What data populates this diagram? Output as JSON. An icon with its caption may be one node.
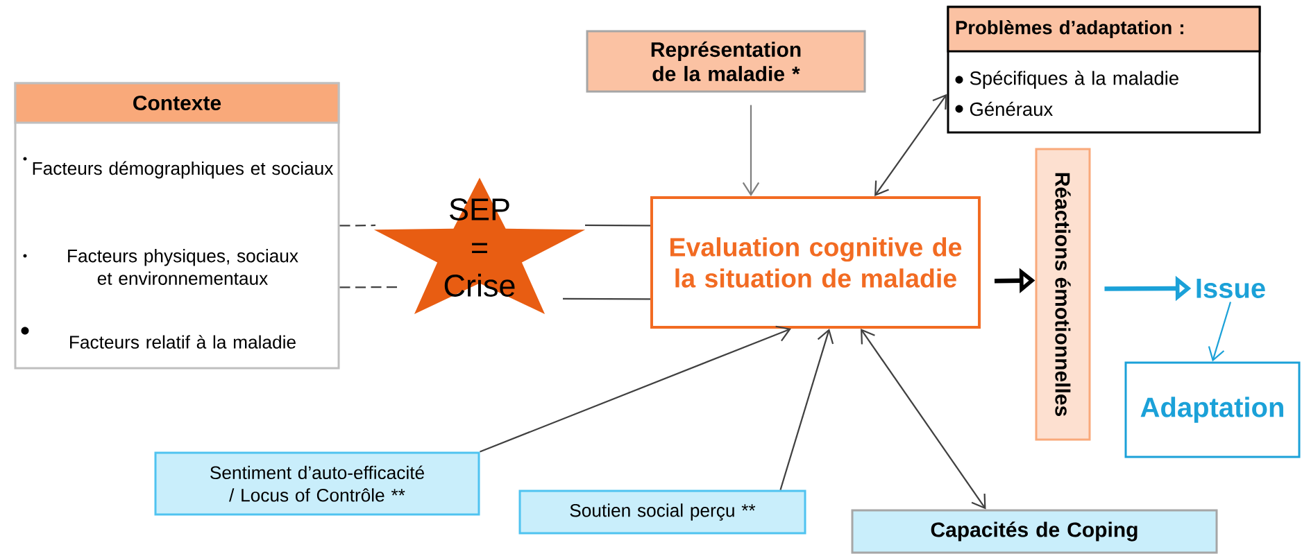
{
  "diagram": {
    "nodes": [
      {
        "text": [
          "Problèmes d’adaptation :",
          "Spécifiques à la maladie",
          "Généraux"
        ]
      },
      {
        "text": [
          "Représentation de la maladie *"
        ]
      },
      {
        "text": [
          "Contexte",
          "Facteurs démographiques et sociaux",
          "Facteurs physiques, sociaux et environnementaux",
          "Facteurs relatif à la maladie"
        ]
      },
      {
        "text": [
          "SEP = Crise"
        ]
      },
      {
        "text": [
          "Evaluation cognitive de la situation de maladie"
        ]
      },
      {
        "text": [
          "Réactions émotionnelles"
        ]
      },
      {
        "text": [
          "Issue"
        ]
      },
      {
        "text": [
          "Adaptation"
        ]
      },
      {
        "text": [
          "Sentiment d’auto-efficacité / Locus of Contrôle **"
        ]
      },
      {
        "text": [
          "Soutien social perçu **"
        ]
      },
      {
        "text": [
          "Capacités de Coping"
        ]
      }
    ],
    "edges": [
      {
        "from": 2,
        "to": 3,
        "arrow": "none",
        "style": "dashed"
      },
      {
        "from": 2,
        "to": 3,
        "arrow": "none",
        "style": "dashed"
      },
      {
        "from": 3,
        "to": 4,
        "arrow": "none"
      },
      {
        "from": 3,
        "to": 4,
        "arrow": "none"
      },
      {
        "from": 1,
        "to": 4,
        "arrow": "to",
        "color": "#7f7f7f"
      },
      {
        "from": 4,
        "to": 0,
        "arrow": "both"
      },
      {
        "from": 4,
        "to": 5,
        "arrow": "to",
        "style": "thick",
        "color": "#000000"
      },
      {
        "from": 5,
        "to": 6,
        "arrow": "to",
        "style": "thick",
        "color": "#1ba1d8"
      },
      {
        "from": 6,
        "to": 7,
        "arrow": "to",
        "color": "#1ba1d8"
      },
      {
        "from": 8,
        "to": 4,
        "arrow": "to"
      },
      {
        "from": 9,
        "to": 4,
        "arrow": "to"
      },
      {
        "from": 4,
        "to": 10,
        "arrow": "both"
      }
    ]
  }
}
